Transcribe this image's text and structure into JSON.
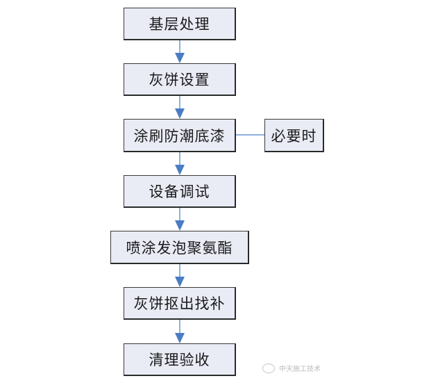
{
  "flowchart": {
    "steps": [
      {
        "label": "基层处理"
      },
      {
        "label": "灰饼设置"
      },
      {
        "label": "涂刷防潮底漆"
      },
      {
        "label": "设备调试"
      },
      {
        "label": "喷涂发泡聚氨酯"
      },
      {
        "label": "灰饼抠出找补"
      },
      {
        "label": "清理验收"
      }
    ],
    "side_note": {
      "label": "必要时",
      "attached_to_step": 3
    }
  },
  "watermark": {
    "text": "中天施工技术"
  },
  "colors": {
    "box_fill": "#e9ebf5",
    "box_border": "#2a2a2a",
    "arrow": "#4a7cc4",
    "connector": "#8fb0dc"
  }
}
